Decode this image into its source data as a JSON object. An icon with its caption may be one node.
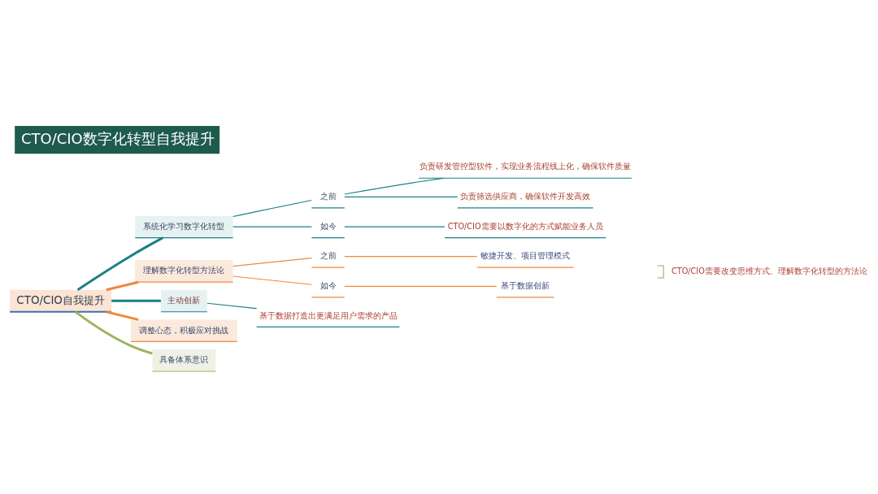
{
  "diagram": {
    "title": "CTO/CIO数字化转型自我提升",
    "nodes": [
      {
        "text": [
          "CTO/CIO自我提升"
        ]
      },
      {
        "text": [
          "系统化学习数字化转型"
        ]
      },
      {
        "text": [
          "之前"
        ]
      },
      {
        "text": [
          "负责研发管控型软件，实现业务流程线上化，确保软件质量"
        ]
      },
      {
        "text": [
          "负责筛选供应商，确保软件开发高效"
        ]
      },
      {
        "text": [
          "如今"
        ]
      },
      {
        "text": [
          "CTO/CIO需要以数字化的方式赋能业务人员"
        ]
      },
      {
        "text": [
          "理解数字化转型方法论"
        ]
      },
      {
        "text": [
          "之前"
        ]
      },
      {
        "text": [
          "敏捷开发、项目管理模式"
        ]
      },
      {
        "text": [
          "如今"
        ]
      },
      {
        "text": [
          "基于数据创新"
        ]
      },
      {
        "text": [
          "主动创新"
        ]
      },
      {
        "text": [
          "基于数据打造出更满足用户需求的产品"
        ]
      },
      {
        "text": [
          "调整心态，积极应对挑战"
        ]
      },
      {
        "text": [
          "具备体系意识"
        ]
      }
    ],
    "edges": [
      {
        "from": 0,
        "to": 1,
        "arrow": "none",
        "style": "thick"
      },
      {
        "from": 1,
        "to": 2,
        "arrow": "none"
      },
      {
        "from": 2,
        "to": 3,
        "arrow": "none"
      },
      {
        "from": 2,
        "to": 4,
        "arrow": "none"
      },
      {
        "from": 1,
        "to": 5,
        "arrow": "none"
      },
      {
        "from": 5,
        "to": 6,
        "arrow": "none"
      },
      {
        "from": 0,
        "to": 7,
        "arrow": "none",
        "style": "thick",
        "color": "#f0883a"
      },
      {
        "from": 7,
        "to": 8,
        "arrow": "none",
        "color": "#f0883a"
      },
      {
        "from": 8,
        "to": 9,
        "arrow": "none",
        "color": "#f0883a"
      },
      {
        "from": 7,
        "to": 10,
        "arrow": "none",
        "color": "#f0883a"
      },
      {
        "from": 10,
        "to": 11,
        "arrow": "none",
        "color": "#f0883a"
      },
      {
        "from": 0,
        "to": 12,
        "arrow": "none",
        "style": "thick"
      },
      {
        "from": 12,
        "to": 13,
        "arrow": "none"
      },
      {
        "from": 0,
        "to": 14,
        "arrow": "none",
        "style": "thick",
        "color": "#f0883a"
      },
      {
        "from": 0,
        "to": 15,
        "arrow": "none",
        "style": "thick",
        "color": "#9bb45c"
      }
    ],
    "labels": [
      "CTO/CIO需要改变思维方式、理解数字化转型的方法论"
    ]
  }
}
